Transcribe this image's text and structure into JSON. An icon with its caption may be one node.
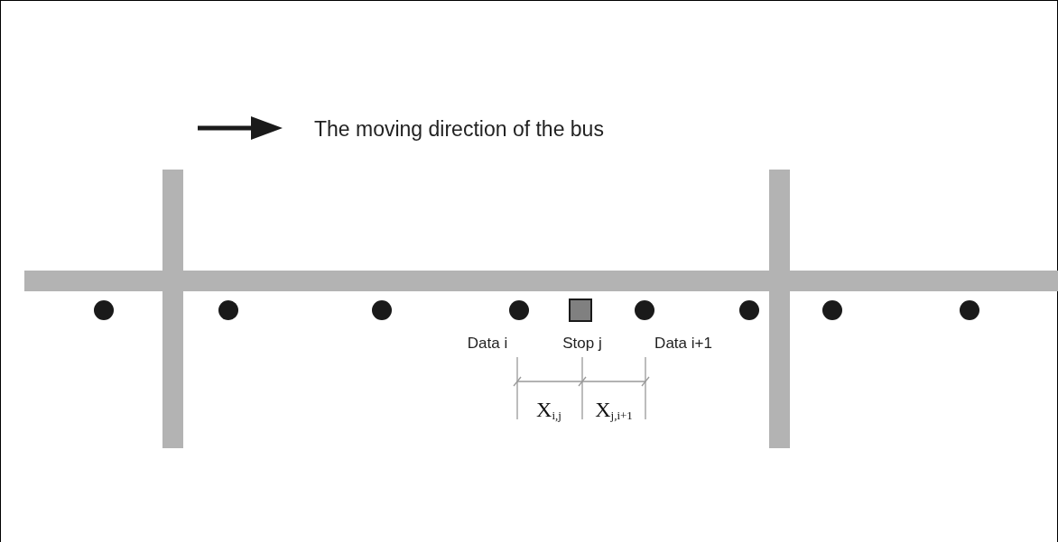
{
  "diagram": {
    "nodes": [
      {
        "text": [],
        "shape": "circle"
      },
      {
        "text": [],
        "shape": "circle"
      },
      {
        "text": [],
        "shape": "circle"
      },
      {
        "text": [],
        "shape": "circle",
        "beside": [
          "Data i"
        ]
      },
      {
        "text": [],
        "shape": "box",
        "beside": [
          "Stop j"
        ]
      },
      {
        "text": [],
        "shape": "circle",
        "beside": [
          "Data i+1"
        ]
      },
      {
        "text": [],
        "shape": "circle"
      },
      {
        "text": [],
        "shape": "circle"
      },
      {
        "text": [],
        "shape": "circle"
      }
    ],
    "labels": [
      "The moving direction of the bus",
      "X$_{i,j}$",
      "X$_{j,i+1}$"
    ]
  }
}
